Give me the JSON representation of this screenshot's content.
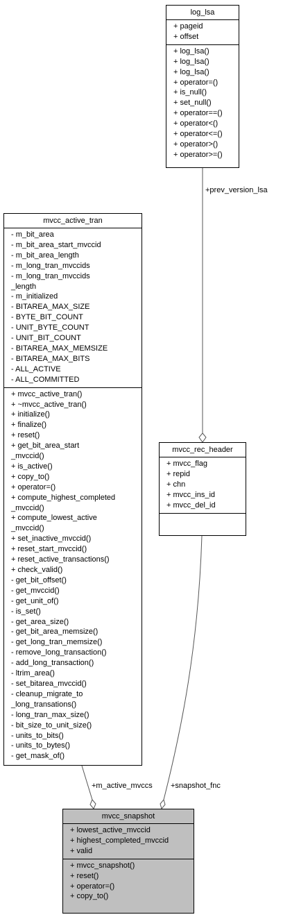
{
  "classes": {
    "log_lsa": {
      "name": "log_lsa",
      "attributes": [
        "+ pageid",
        "+ offset"
      ],
      "methods": [
        "+ log_lsa()",
        "+ log_lsa()",
        "+ log_lsa()",
        "+ operator=()",
        "+ is_null()",
        "+ set_null()",
        "+ operator==()",
        "+ operator<()",
        "+ operator<=()",
        "+ operator>()",
        "+ operator>=()"
      ]
    },
    "mvcc_active_tran": {
      "name": "mvcc_active_tran",
      "attributes": [
        "- m_bit_area",
        "- m_bit_area_start_mvccid",
        "- m_bit_area_length",
        "- m_long_tran_mvccids",
        "- m_long_tran_mvccids",
        "_length",
        "- m_initialized",
        "- BITAREA_MAX_SIZE",
        "- BYTE_BIT_COUNT",
        "- UNIT_BYTE_COUNT",
        "- UNIT_BIT_COUNT",
        "- BITAREA_MAX_MEMSIZE",
        "- BITAREA_MAX_BITS",
        "- ALL_ACTIVE",
        "- ALL_COMMITTED"
      ],
      "methods": [
        "+ mvcc_active_tran()",
        "+ ~mvcc_active_tran()",
        "+ initialize()",
        "+ finalize()",
        "+ reset()",
        "+ get_bit_area_start",
        "_mvccid()",
        "+ is_active()",
        "+ copy_to()",
        "+ operator=()",
        "+ compute_highest_completed",
        "_mvccid()",
        "+ compute_lowest_active",
        "_mvccid()",
        "+ set_inactive_mvccid()",
        "+ reset_start_mvccid()",
        "+ reset_active_transactions()",
        "+ check_valid()",
        "- get_bit_offset()",
        "- get_mvccid()",
        "- get_unit_of()",
        "- is_set()",
        "- get_area_size()",
        "- get_bit_area_memsize()",
        "- get_long_tran_memsize()",
        "- remove_long_transaction()",
        "- add_long_transaction()",
        "- ltrim_area()",
        "- set_bitarea_mvccid()",
        "- cleanup_migrate_to",
        "_long_transations()",
        "- long_tran_max_size()",
        "- bit_size_to_unit_size()",
        "- units_to_bits()",
        "- units_to_bytes()",
        "- get_mask_of()"
      ]
    },
    "mvcc_rec_header": {
      "name": "mvcc_rec_header",
      "attributes": [
        "+ mvcc_flag",
        "+ repid",
        "+ chn",
        "+ mvcc_ins_id",
        "+ mvcc_del_id"
      ],
      "methods": []
    },
    "mvcc_snapshot": {
      "name": "mvcc_snapshot",
      "attributes": [
        "+ lowest_active_mvccid",
        "+ highest_completed_mvccid",
        "+ valid"
      ],
      "methods": [
        "+ mvcc_snapshot()",
        "+ reset()",
        "+ operator=()",
        "+ copy_to()"
      ]
    }
  },
  "edges": {
    "prev_version_lsa": "+prev_version_lsa",
    "m_active_mvccs": "+m_active_mvccs",
    "snapshot_fnc": "+snapshot_fnc"
  }
}
